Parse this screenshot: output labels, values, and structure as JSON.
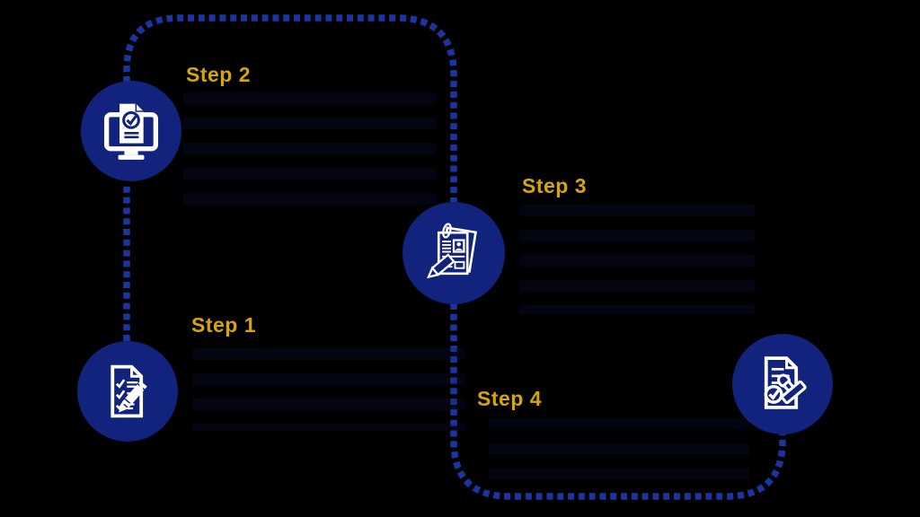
{
  "diagram": {
    "background_color": "#000000",
    "step_label_color": "#d7a508",
    "circle_color": "#12237d",
    "connector_dot_color": "#1a35a0",
    "icon_color": "#ffffff",
    "connector_style": "dotted-rounded-path",
    "steps": [
      {
        "label": "Step 1",
        "icon": "checklist-pen-icon"
      },
      {
        "label": "Step 2",
        "icon": "monitor-approved-document-icon"
      },
      {
        "label": "Step 3",
        "icon": "resume-pencil-icon"
      },
      {
        "label": "Step 4",
        "icon": "document-stamp-icon"
      }
    ]
  }
}
